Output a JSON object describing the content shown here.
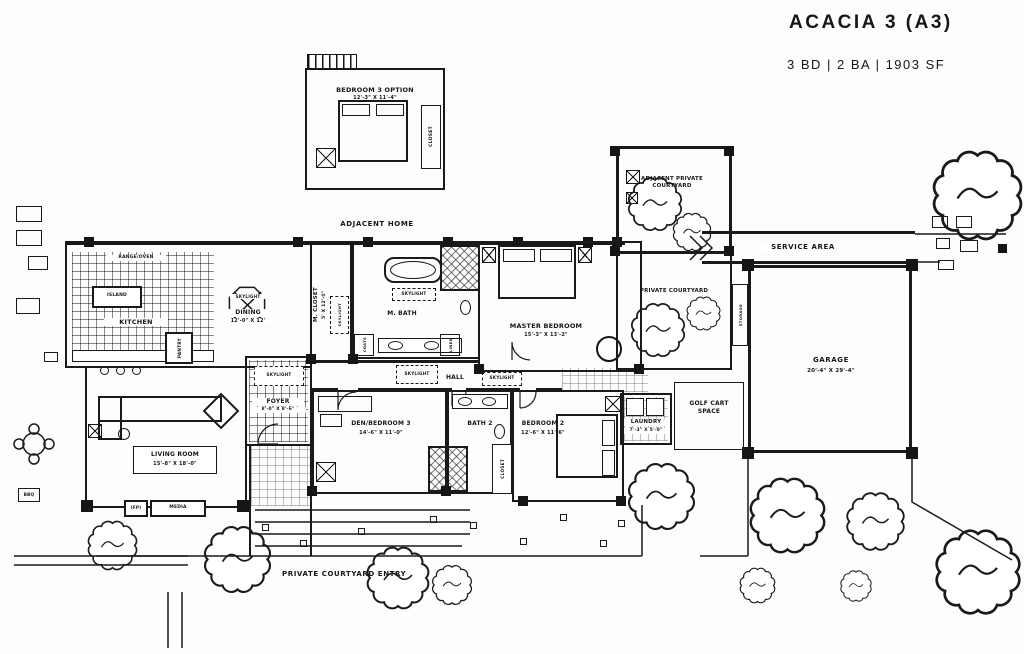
{
  "header": {
    "title": "ACACIA 3 (A3)",
    "specs": "3 BD | 2 BA | 1903 SF"
  },
  "labels": {
    "adjacent_home": "ADJACENT HOME",
    "service_area": "SERVICE AREA",
    "adjacent_private_courtyard": "ADJACENT PRIVATE COURTYARD",
    "private_courtyard": "PRIVATE COURTYARD",
    "private_courtyard_entry": "PRIVATE COURTYARD ENTRY",
    "storage": "STORAGE",
    "golf_cart_space": "GOLF CART SPACE",
    "skylight": "SKYLIGHT",
    "hall": "HALL",
    "media": "MEDIA",
    "fireplace": "(FP)",
    "island": "ISLAND",
    "range_oven": "RANGE/OVEN",
    "pantry": "PANTRY",
    "closet": "CLOSET",
    "coats": "COATS",
    "linen": "LINEN",
    "bbq": "BBQ"
  },
  "rooms": {
    "bedroom3_option": {
      "name": "BEDROOM 3 OPTION",
      "dims": "12'-3\" X 11'-4\""
    },
    "kitchen": {
      "name": "KITCHEN"
    },
    "dining": {
      "name": "DINING",
      "dims": "12'-0\" X 12'"
    },
    "m_closet": {
      "name": "M. CLOSET",
      "dims": "5' X 12'-0\""
    },
    "m_bath": {
      "name": "M. BATH"
    },
    "master_bedroom": {
      "name": "MASTER BEDROOM",
      "dims": "15'-3\" X 13'-2\""
    },
    "garage": {
      "name": "GARAGE",
      "dims": "20'-4\" X 29'-4\""
    },
    "laundry": {
      "name": "LAUNDRY",
      "dims": "7'-3\" X 5'-0\""
    },
    "living_room": {
      "name": "LIVING ROOM",
      "dims": "15'-8\" X 18'-0\""
    },
    "foyer": {
      "name": "FOYER",
      "dims": "8'-0\" X 8'-6\""
    },
    "den_bedroom3": {
      "name": "DEN/BEDROOM 3",
      "dims": "14'-6\" X 11'-0\""
    },
    "bath2": {
      "name": "BATH 2"
    },
    "bedroom2": {
      "name": "BEDROOM 2",
      "dims": "12'-6\" X 11'-6\""
    }
  }
}
